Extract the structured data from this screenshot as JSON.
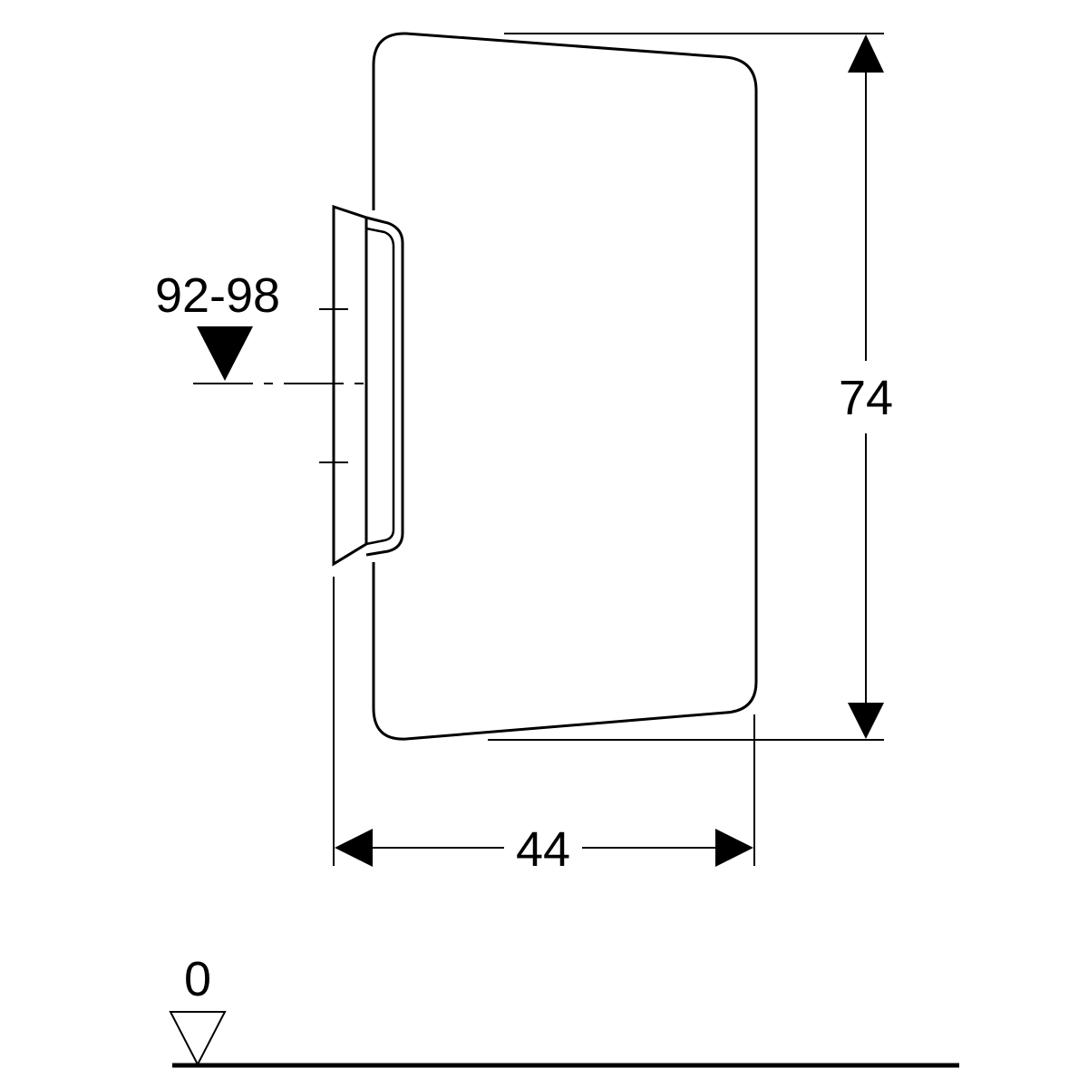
{
  "drawing": {
    "height_dimension": "74",
    "depth_dimension": "44",
    "mounting_height": "92-98",
    "floor_level": "0"
  },
  "colors": {
    "ink": "#000000",
    "background": "#ffffff"
  }
}
